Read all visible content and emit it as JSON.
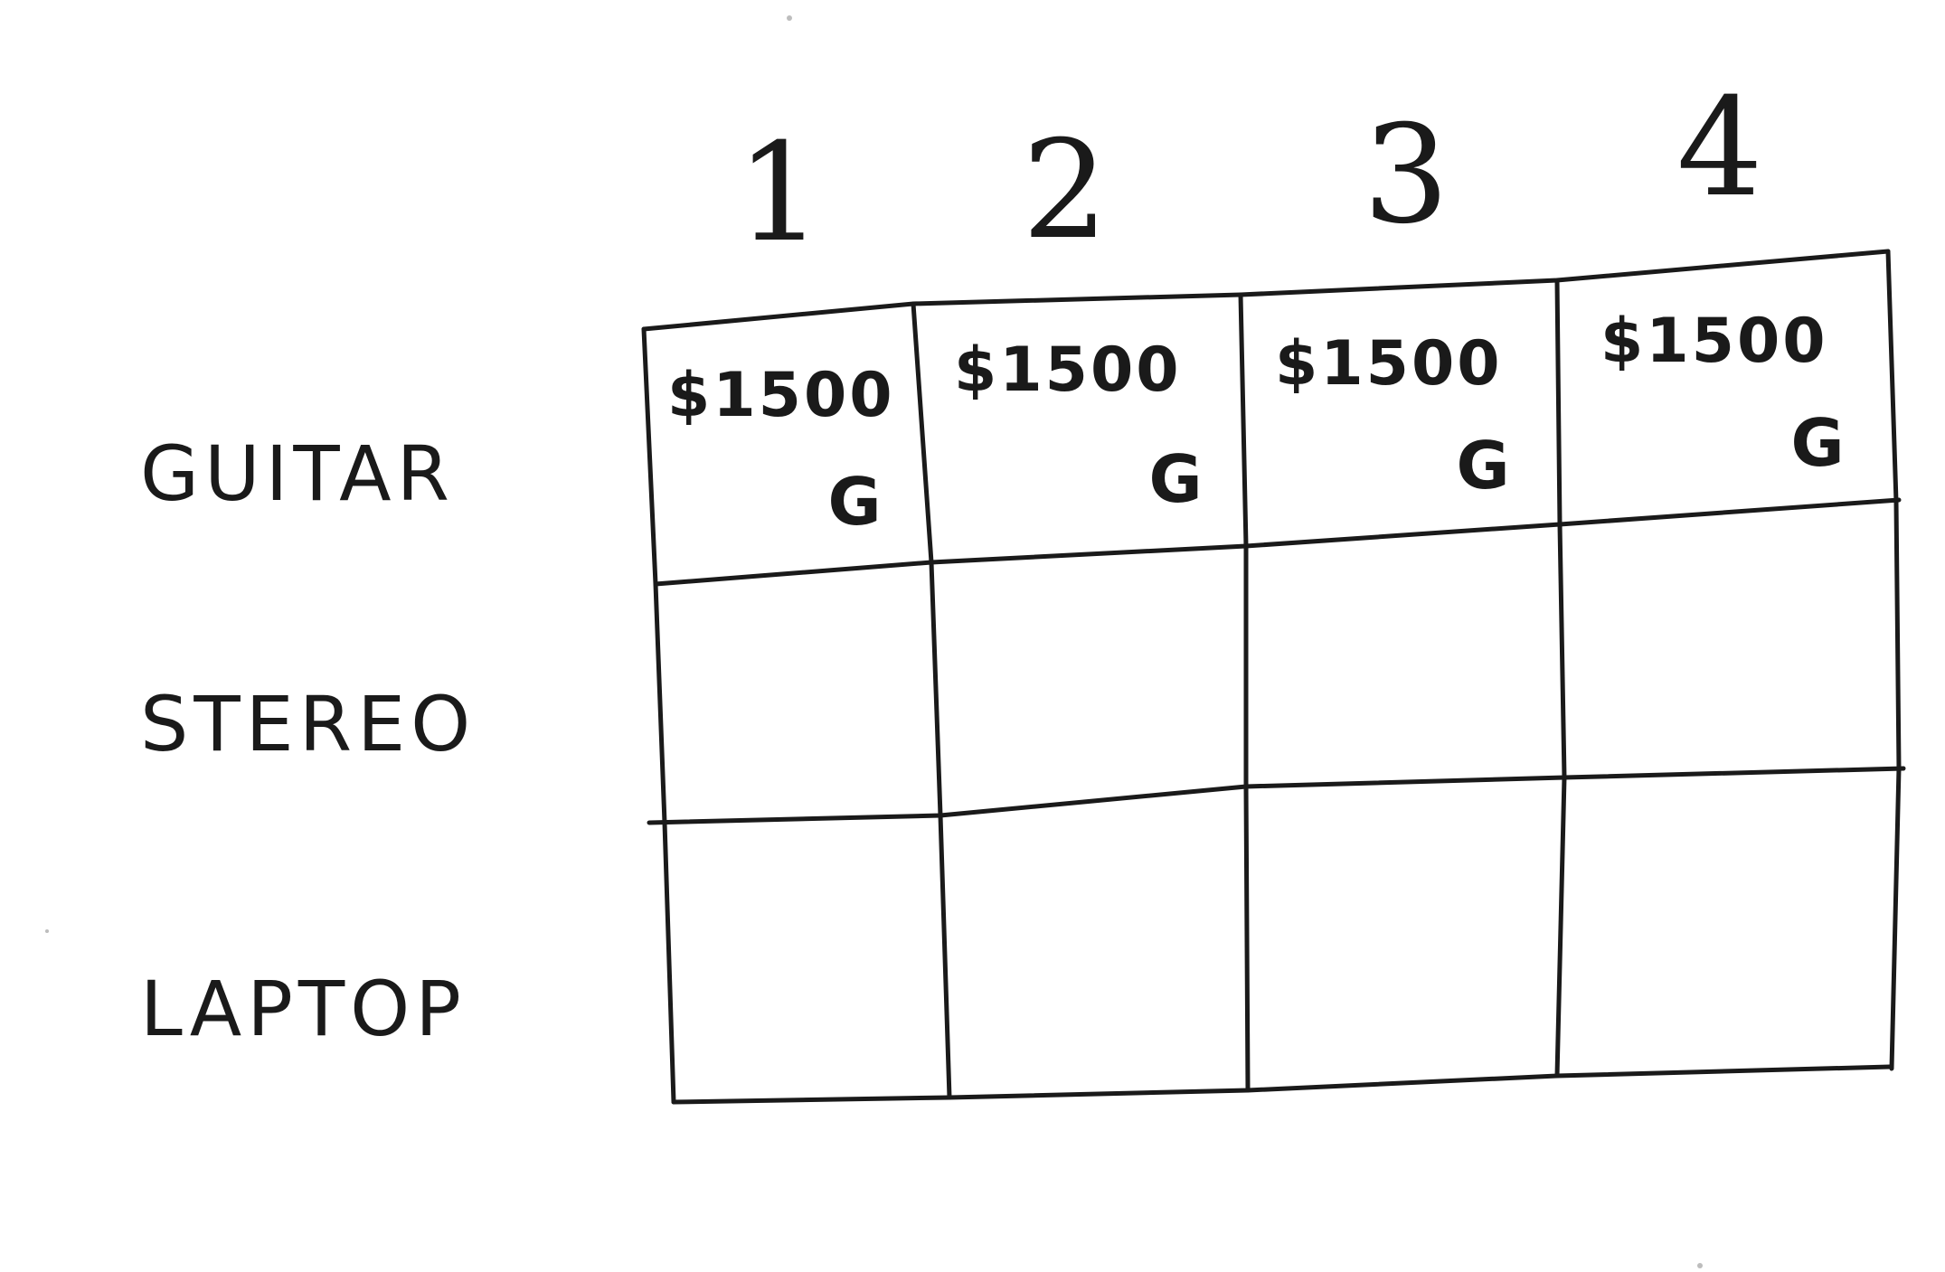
{
  "columns": [
    "1",
    "2",
    "3",
    "4"
  ],
  "rows": [
    "GUITAR",
    "STEREO",
    "LAPTOP"
  ],
  "cells": [
    [
      {
        "price": "$1500",
        "mark": "G"
      },
      {
        "price": "$1500",
        "mark": "G"
      },
      {
        "price": "$1500",
        "mark": "G"
      },
      {
        "price": "$1500",
        "mark": "G"
      }
    ],
    [
      {
        "price": "",
        "mark": ""
      },
      {
        "price": "",
        "mark": ""
      },
      {
        "price": "",
        "mark": ""
      },
      {
        "price": "",
        "mark": ""
      }
    ],
    [
      {
        "price": "",
        "mark": ""
      },
      {
        "price": "",
        "mark": ""
      },
      {
        "price": "",
        "mark": ""
      },
      {
        "price": "",
        "mark": ""
      }
    ]
  ],
  "ink_color": "#1a1a1a",
  "background_color": "#ffffff"
}
